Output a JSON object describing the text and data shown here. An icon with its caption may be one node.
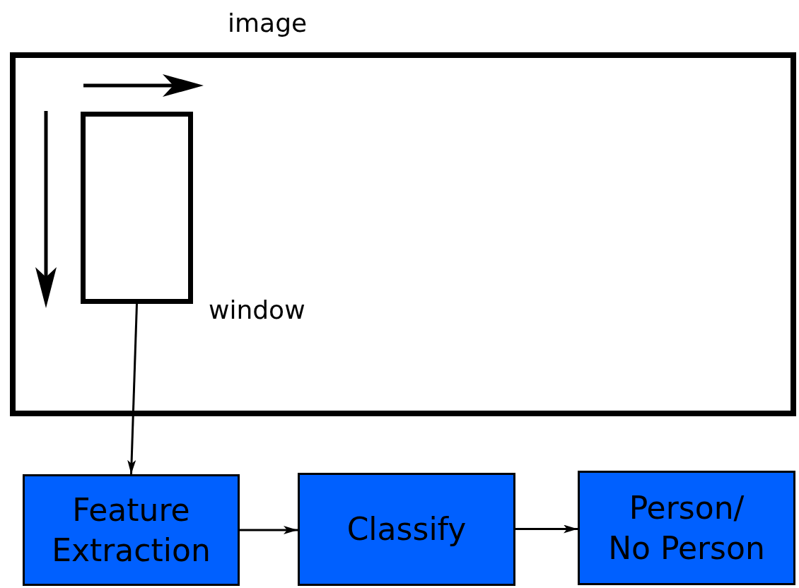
{
  "diagram": {
    "nodes": [
      {
        "text": [
          "image"
        ]
      },
      {
        "text": [],
        "shape": "box",
        "in": 0,
        "beside": [
          "window"
        ]
      },
      {
        "text": [
          "Feature Extraction"
        ]
      },
      {
        "text": [
          "Classify"
        ]
      },
      {
        "text": [
          "Person/ No Person"
        ]
      }
    ],
    "edges": [
      {
        "from": 1,
        "to": 2,
        "arrow": "to"
      },
      {
        "from": 2,
        "to": 3,
        "arrow": "to"
      },
      {
        "from": 3,
        "to": 4,
        "arrow": "to"
      }
    ]
  }
}
